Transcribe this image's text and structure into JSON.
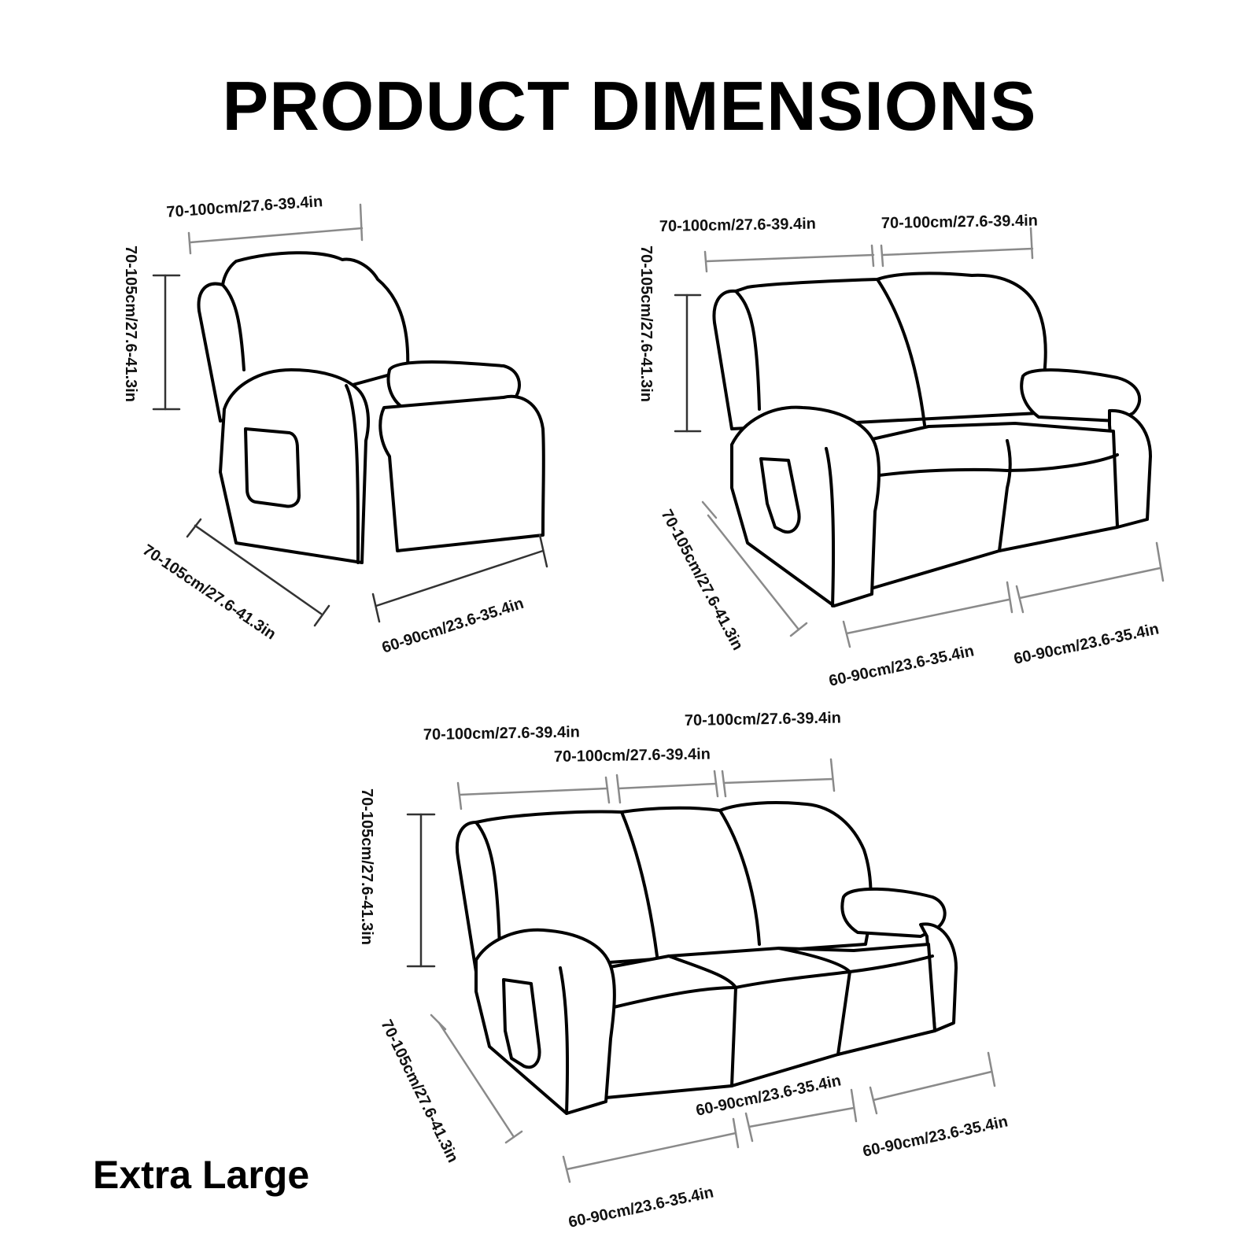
{
  "title": "PRODUCT DIMENSIONS",
  "size_label": "Extra Large",
  "colors": {
    "ink": "#000000",
    "measure_line": "#8a8a8a",
    "background": "#ffffff"
  },
  "single_recliner": {
    "top_width": "70-100cm/27.6-39.4in",
    "height": "70-105cm/27.6-41.3in",
    "depth": "70-105cm/27.6-41.3in",
    "seat_width": "60-90cm/23.6-35.4in"
  },
  "loveseat": {
    "top_width_left": "70-100cm/27.6-39.4in",
    "top_width_right": "70-100cm/27.6-39.4in",
    "height": "70-105cm/27.6-41.3in",
    "depth": "70-105cm/27.6-41.3in",
    "seat_width_left": "60-90cm/23.6-35.4in",
    "seat_width_right": "60-90cm/23.6-35.4in"
  },
  "sofa": {
    "top_width_left": "70-100cm/27.6-39.4in",
    "top_width_middle": "70-100cm/27.6-39.4in",
    "top_width_right": "70-100cm/27.6-39.4in",
    "height": "70-105cm/27.6-41.3in",
    "depth": "70-105cm/27.6-41.3in",
    "seat_width_left": "60-90cm/23.6-35.4in",
    "seat_width_middle": "60-90cm/23.6-35.4in",
    "seat_width_right": "60-90cm/23.6-35.4in"
  }
}
